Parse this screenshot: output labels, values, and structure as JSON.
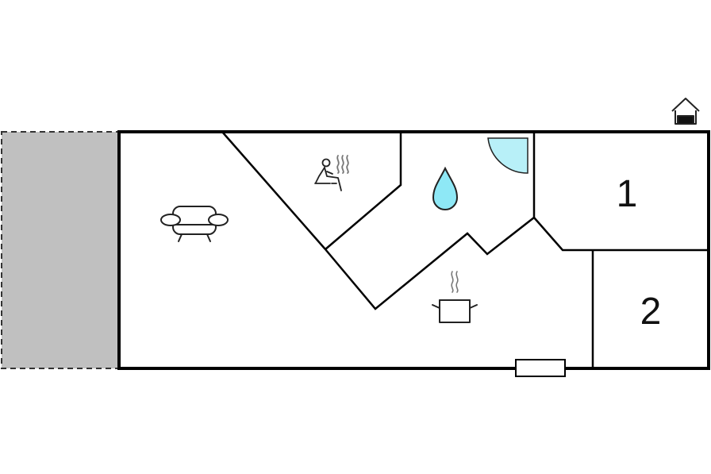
{
  "floorplan": {
    "colors": {
      "wall": "#000000",
      "terrace_fill": "#c0c0c0",
      "terrace_border": "#333333",
      "shower_fill": "#b8f0f8",
      "water_fill": "#8ee8f6",
      "icon_stroke": "#222222",
      "steam_stroke": "#777777",
      "background": "#ffffff"
    },
    "rooms": [
      {
        "id": "living-room",
        "icon": "sofa-icon"
      },
      {
        "id": "sauna",
        "icon": "sauna-icon"
      },
      {
        "id": "bathroom",
        "icon": "water-drop-icon",
        "fixture": "shower-corner-icon"
      },
      {
        "id": "kitchen",
        "icon": "cooking-pot-icon"
      },
      {
        "id": "bedroom-1",
        "label": "1"
      },
      {
        "id": "bedroom-2",
        "label": "2"
      }
    ],
    "exterior": {
      "terrace": "dashed-grey-area",
      "entrance": "door-threshold",
      "marker": "house-entrance-icon"
    }
  }
}
